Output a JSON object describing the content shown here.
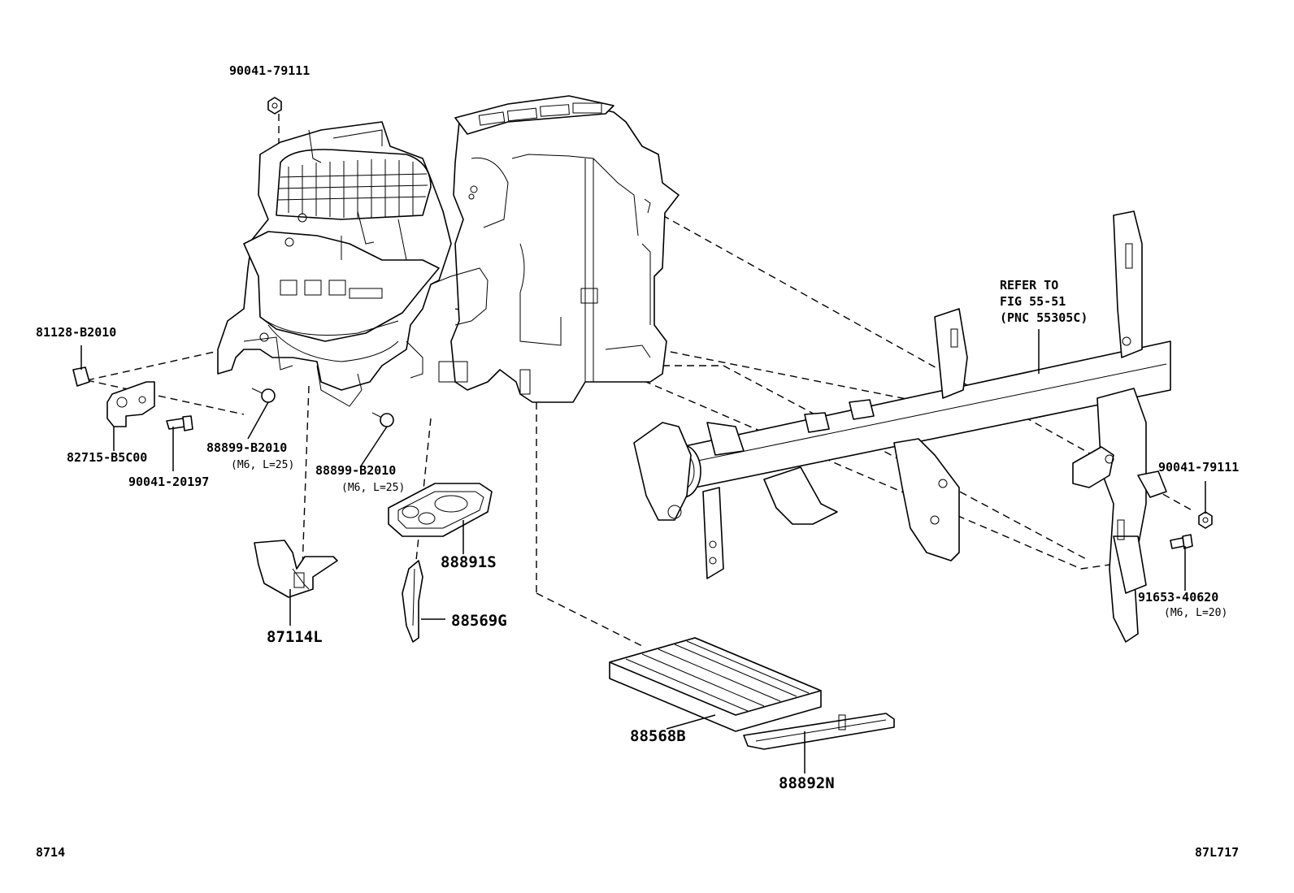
{
  "diagram": {
    "part_labels": {
      "p90041_79111_top": "90041-79111",
      "p81128_b2010": "81128-B2010",
      "p82715_b5c00": "82715-B5C00",
      "p90041_20197": "90041-20197",
      "p88899_b2010_a": "88899-B2010",
      "p88899_b2010_a_spec": "(M6, L=25)",
      "p88899_b2010_b": "88899-B2010",
      "p88899_b2010_b_spec": "(M6, L=25)",
      "p88891s": "88891S",
      "p88569g": "88569G",
      "p87114l": "87114L",
      "p88568b": "88568B",
      "p88892n": "88892N",
      "p90041_79111_right": "90041-79111",
      "p91653_40620": "91653-40620",
      "p91653_40620_spec": "(M6, L=20)"
    },
    "reference_note": {
      "line1": "REFER TO",
      "line2": "FIG 55-51",
      "line3": "(PNC 55305C)"
    },
    "footer": {
      "left_code": "8714",
      "right_code": "87L717"
    }
  }
}
